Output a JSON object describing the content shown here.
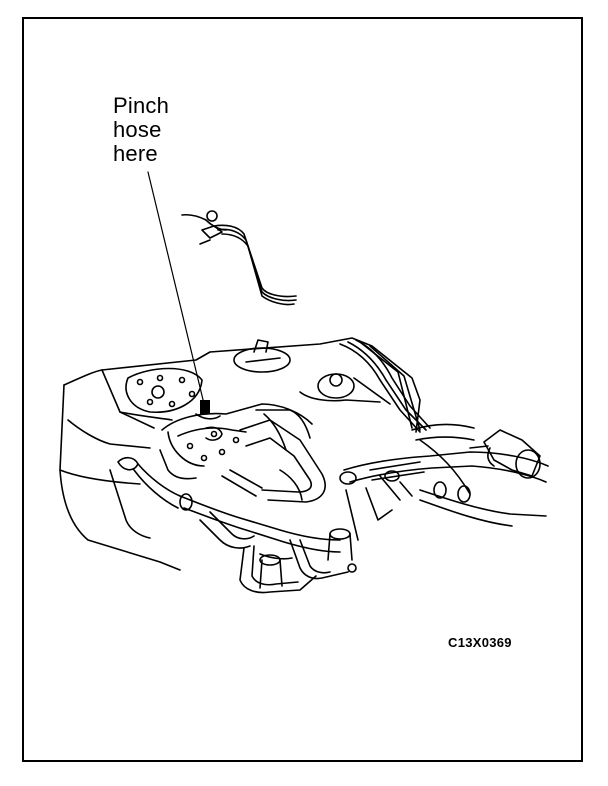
{
  "callout": {
    "line1": "Pinch",
    "line2": "hose",
    "line3": "here"
  },
  "figure_code": "C13X0369"
}
